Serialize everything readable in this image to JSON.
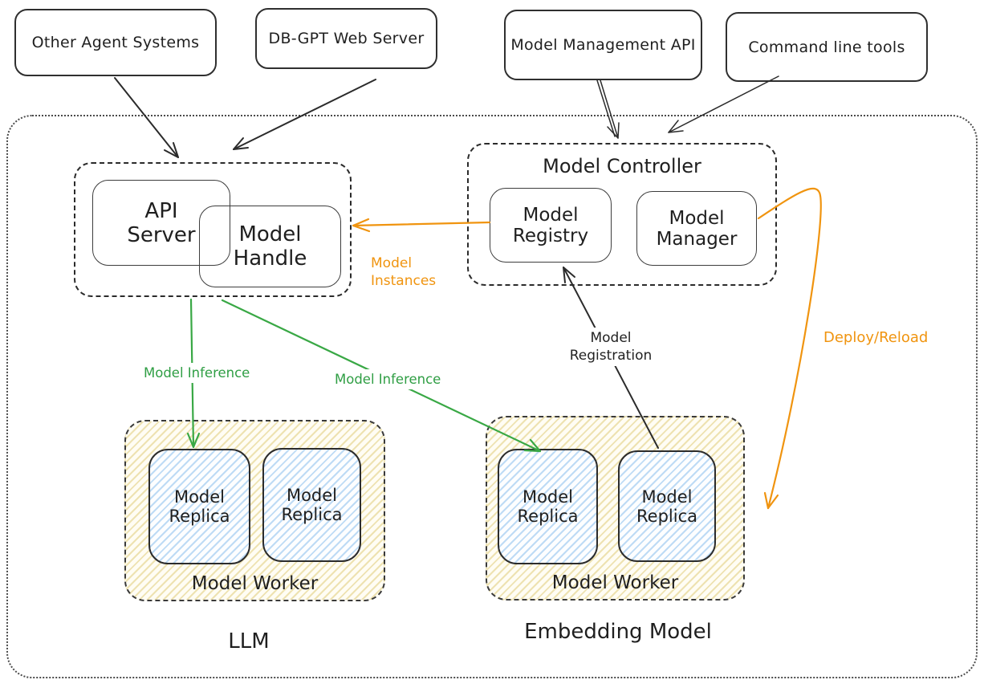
{
  "colors": {
    "stroke": "#2b2b2b",
    "orange": "#f0940f",
    "green": "#2f9e44",
    "worker_fill_stripe": "#e8da9b",
    "replica_fill_stripe": "#94c4ee"
  },
  "external_clients": {
    "other_agents": "Other Agent Systems",
    "web_server": "DB-GPT Web Server",
    "management_api": "Model Management API",
    "cli_tools": "Command line tools"
  },
  "api_group": {
    "api_server": "API Server",
    "model_handle": "Model Handle"
  },
  "controller": {
    "title": "Model Controller",
    "registry": "Model Registry",
    "manager": "Model Manager"
  },
  "workers": {
    "llm": {
      "label": "Model Worker",
      "caption": "LLM",
      "replicas": [
        "Model Replica",
        "Model Replica"
      ]
    },
    "embedding": {
      "label": "Model Worker",
      "caption": "Embedding Model",
      "replicas": [
        "Model Replica",
        "Model Replica"
      ]
    }
  },
  "edge_labels": {
    "model_instances": "Model Instances",
    "deploy_reload": "Deploy/Reload",
    "inference_left": "Model Inference",
    "inference_right": "Model Inference",
    "registration": "Model Registration"
  }
}
